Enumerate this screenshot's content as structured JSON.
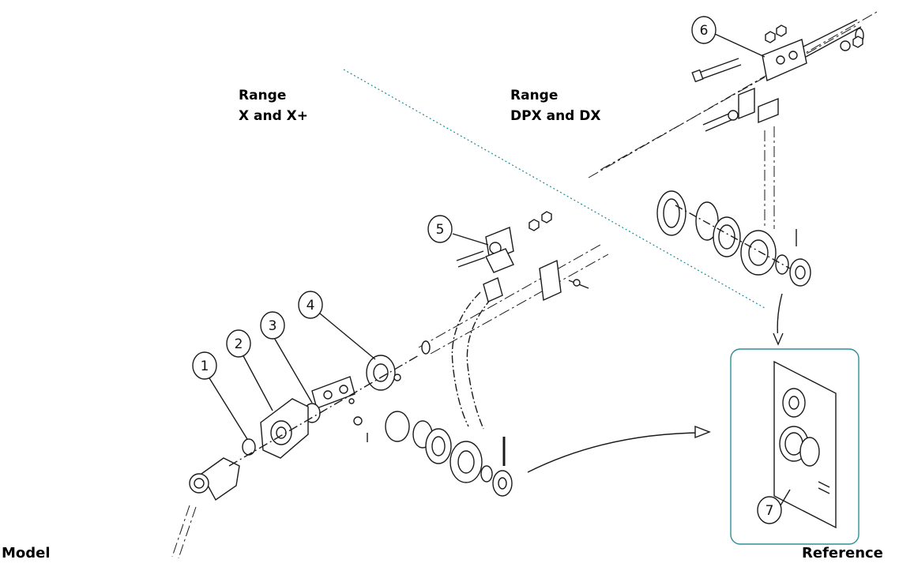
{
  "labels": {
    "range_left_line1": "Range",
    "range_left_line2": "X and X+",
    "range_right_line1": "Range",
    "range_right_line2": "DPX and DX",
    "model": "Model",
    "reference": "Reference"
  },
  "callouts": [
    "1",
    "2",
    "3",
    "4",
    "5",
    "6",
    "7"
  ],
  "colors": {
    "divider": "#1a8c96",
    "reference_box_border": "#2f8f97",
    "line_art": "#1a1a1a"
  }
}
